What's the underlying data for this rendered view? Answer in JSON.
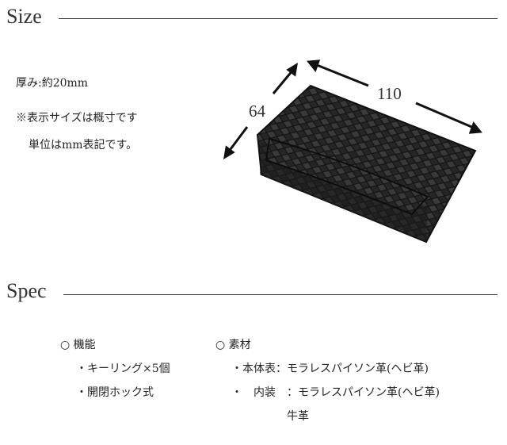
{
  "size_section": {
    "heading": "Size",
    "thickness": "厚み:約20mm",
    "note_line1": "※表示サイズは概寸です",
    "note_line2": "単位はmm表記です。",
    "width_label": "110",
    "height_label": "64"
  },
  "spec_section": {
    "heading": "Spec",
    "function": {
      "title": "○ 機能",
      "items": [
        "・キーリング×5個",
        "・開閉ホック式"
      ]
    },
    "material": {
      "title": "○ 素材",
      "items": [
        "・本体表：モラレスパイソン革(ヘビ革)",
        "・　内装　：モラレスパイソン革(ヘビ革)",
        "牛革"
      ]
    }
  }
}
